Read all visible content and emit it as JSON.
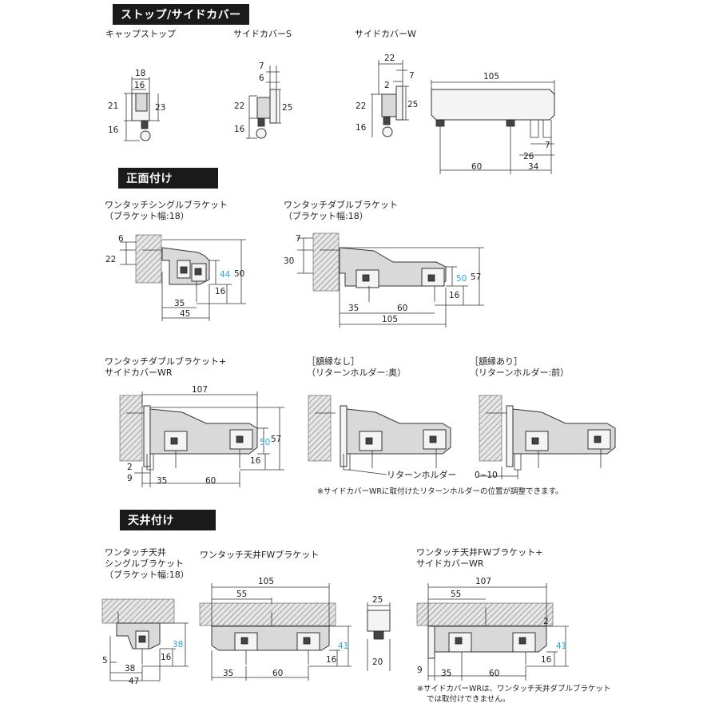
{
  "sections": {
    "stop": "ストップ/サイドカバー",
    "front": "正面付け",
    "ceiling": "天井付け"
  },
  "labels": {
    "cap_stop": "キャップストップ",
    "side_s": "サイドカバーS",
    "side_w": "サイドカバーW",
    "single": [
      "ワンタッチシングルブラケット",
      "（ブラケット幅:18）"
    ],
    "double": [
      "ワンタッチダブルブラケット",
      "（ブラケット幅:18）"
    ],
    "double_wr": [
      "ワンタッチダブルブラケット+",
      "サイドカバーWR"
    ],
    "no_frame": [
      "［額縁なし］",
      "（リターンホルダー:奥）"
    ],
    "frame": [
      "［額縁あり］",
      "（リターンホルダー:前）"
    ],
    "ceil_single": [
      "ワンタッチ天井",
      "シングルブラケット",
      "（ブラケット幅:18）"
    ],
    "ceil_fw": "ワンタッチ天井FWブラケット",
    "ceil_fw_wr": [
      "ワンタッチ天井FWブラケット+",
      "サイドカバーWR"
    ],
    "return_holder": "リターンホルダー"
  },
  "notes": {
    "wr_note": "※サイドカバーWRに取付けたリターンホルダーの位置が調整できます。",
    "ceil_note": [
      "※サイドカバーWRは、ワンタッチ天井ダブルブラケット",
      "では取付けできません。"
    ]
  },
  "dims": {
    "cap": [
      "18",
      "16",
      "21",
      "23",
      "16"
    ],
    "side_s": [
      "7",
      "6",
      "22",
      "25",
      "16"
    ],
    "side_w": [
      "22",
      "2",
      "7",
      "22",
      "25",
      "16",
      "105",
      "7",
      "26",
      "60",
      "34"
    ],
    "single": [
      "6",
      "22",
      "44",
      "50",
      "16",
      "35",
      "45"
    ],
    "double": [
      "7",
      "30",
      "50",
      "57",
      "16",
      "35",
      "60",
      "105"
    ],
    "double_wr": [
      "107",
      "50",
      "57",
      "16",
      "2",
      "9",
      "35",
      "60"
    ],
    "frame": [
      "0~10"
    ],
    "ceil_single": [
      "38",
      "16",
      "5",
      "38",
      "47"
    ],
    "ceil_fw": [
      "105",
      "55",
      "41",
      "16",
      "35",
      "60"
    ],
    "ceil_cap": [
      "25",
      "20"
    ],
    "ceil_fw_wr": [
      "107",
      "55",
      "2",
      "41",
      "16",
      "9",
      "35",
      "60"
    ]
  }
}
